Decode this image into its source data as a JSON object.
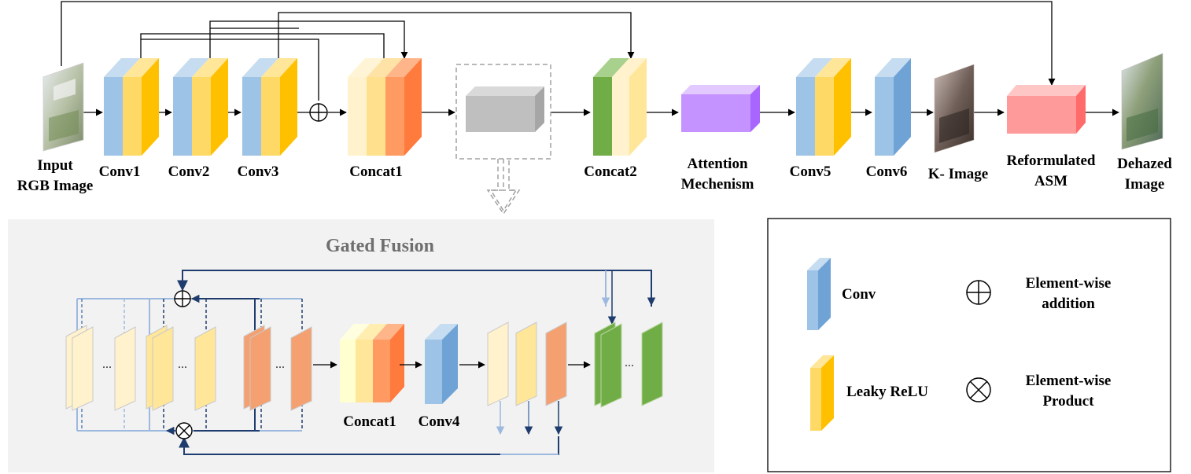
{
  "pipeline": {
    "input_label_1": "Input",
    "input_label_2": "RGB Image",
    "conv1": "Conv1",
    "conv2": "Conv2",
    "conv3": "Conv3",
    "concat1": "Concat1",
    "concat2": "Concat2",
    "attention_1": "Attention",
    "attention_2": "Mechenism",
    "conv5": "Conv5",
    "conv6": "Conv6",
    "k_image": "K- Image",
    "asm_1": "Reformulated",
    "asm_2": "ASM",
    "dehazed_1": "Dehazed",
    "dehazed_2": "Image"
  },
  "gated_fusion": {
    "title": "Gated Fusion",
    "concat_label": "Concat1",
    "conv_label": "Conv4",
    "ellipsis": "..."
  },
  "legend": {
    "conv": "Conv",
    "leaky_relu": "Leaky ReLU",
    "addition_1": "Element-wise",
    "addition_2": "addition",
    "product_1": "Element-wise",
    "product_2": "Product"
  },
  "colors": {
    "conv_blue": "#9dc3e6",
    "relu_yellow": "#ffc928",
    "concat_orange": "#ff7a3d",
    "concat2_green": "#70ad47",
    "attention_purple": "#c593ff",
    "asm_pink": "#ff9a9a",
    "gate_panel_gray": "#f2f2f2",
    "arrow_dark_blue": "#1f3c6e",
    "arrow_light_blue": "#9db9df"
  },
  "icons": {
    "addition": "circle-plus-icon",
    "product": "circle-times-icon",
    "input_image": "hazy-photo-icon",
    "k_image": "k-map-photo-icon",
    "output_image": "dehazed-photo-icon"
  }
}
